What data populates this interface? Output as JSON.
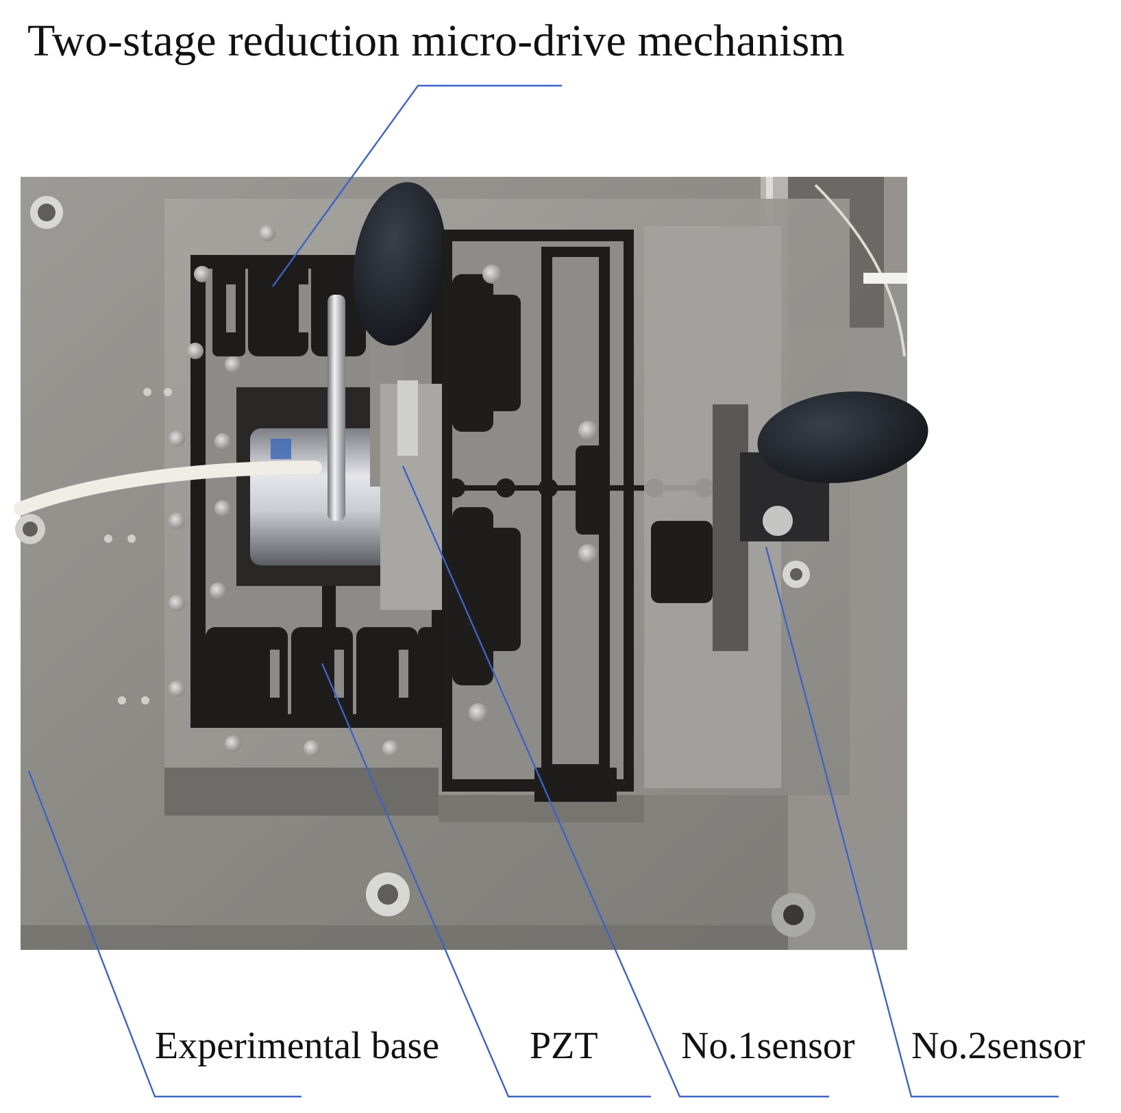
{
  "title": "Two-stage reduction micro-drive mechanism",
  "labels": {
    "experimental_base": "Experimental base",
    "pzt": "PZT",
    "sensor1": "No.1sensor",
    "sensor2": "No.2sensor"
  },
  "colors": {
    "leader_line": "#3b63c9",
    "plate": "#8c8a86",
    "slot": "#1c1a18",
    "knob": "#1f2229",
    "cable": "#e8e6df"
  }
}
